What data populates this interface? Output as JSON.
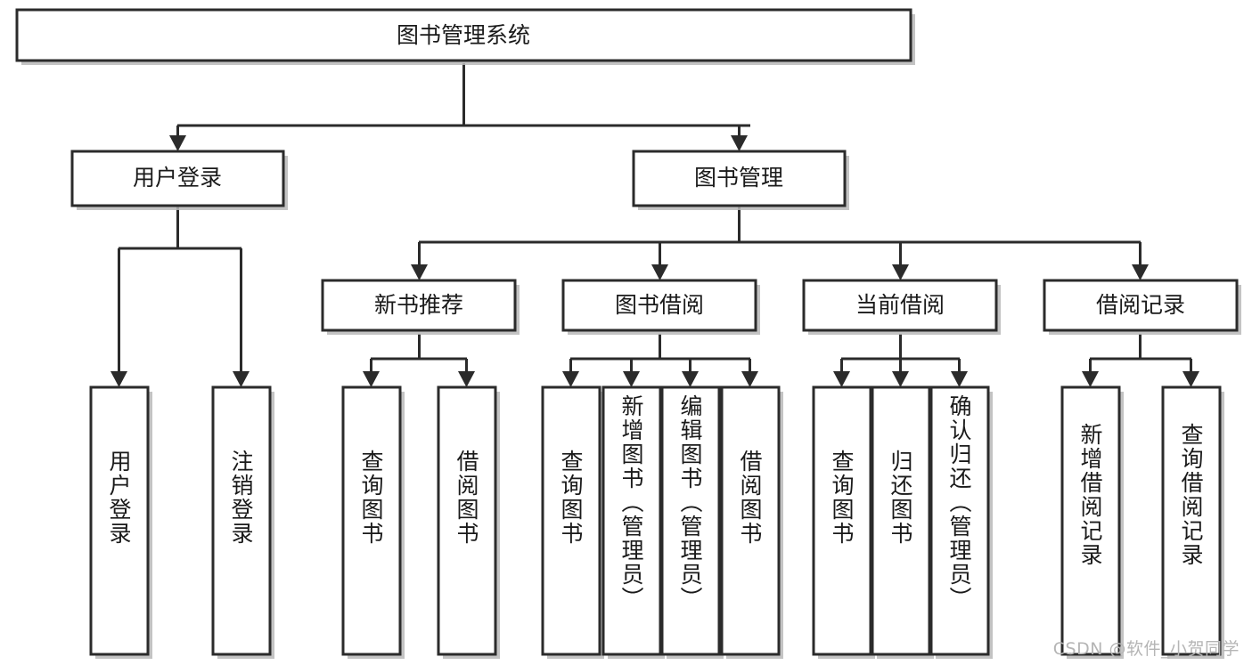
{
  "diagram": {
    "title": "图书管理系统",
    "type": "功能结构图",
    "watermark": "CSDN @软件_小贺同学",
    "colors": {
      "box_stroke": "#2b2b2b",
      "box_fill": "#ffffff",
      "connector": "#2b2b2b",
      "text": "#1a1a1a",
      "watermark": "#b5b5b5",
      "shadow": "#b9b9b9",
      "background": "#ffffff"
    },
    "root": {
      "label": "图书管理系统"
    },
    "level1": [
      {
        "label": "用户登录"
      },
      {
        "label": "图书管理"
      }
    ],
    "level2": [
      {
        "label": "新书推荐"
      },
      {
        "label": "图书借阅"
      },
      {
        "label": "当前借阅"
      },
      {
        "label": "借阅记录"
      }
    ],
    "leaves": {
      "user_login": [
        {
          "label": "用户登录"
        },
        {
          "label": "注销登录"
        }
      ],
      "new_book_recommend": [
        {
          "label": "查询图书"
        },
        {
          "label": "借阅图书"
        }
      ],
      "book_borrow": [
        {
          "label": "查询图书"
        },
        {
          "label": "新增图书（管理员）"
        },
        {
          "label": "编辑图书（管理员）"
        },
        {
          "label": "借阅图书"
        }
      ],
      "current_borrow": [
        {
          "label": "查询图书"
        },
        {
          "label": "归还图书"
        },
        {
          "label": "确认归还（管理员）"
        }
      ],
      "borrow_record": [
        {
          "label": "新增借阅记录"
        },
        {
          "label": "查询借阅记录"
        }
      ]
    }
  }
}
